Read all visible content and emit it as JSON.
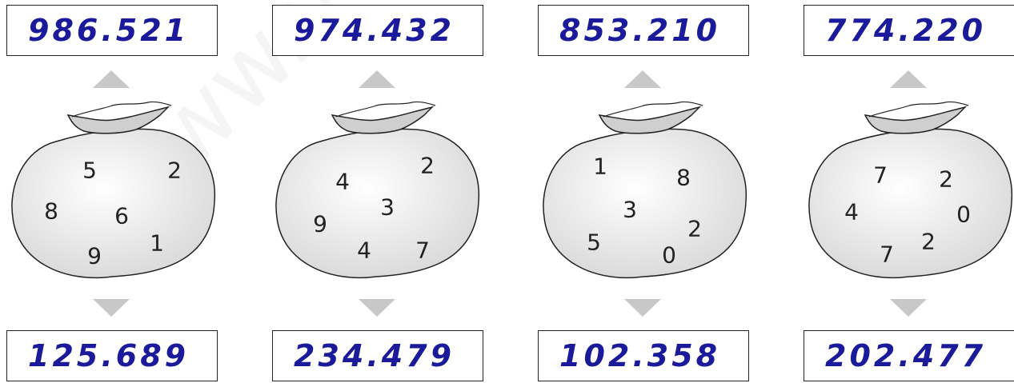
{
  "watermark": "www.youtube.com",
  "colors": {
    "ink": "#1a1a9a",
    "arrow": "#c8c8c8",
    "bag_fill": "#eeeeee",
    "bag_stroke": "#222222"
  },
  "puzzles": [
    {
      "largest": "986.521",
      "smallest": "125.689",
      "digits": [
        "5",
        "2",
        "8",
        "6",
        "9",
        "1"
      ]
    },
    {
      "largest": "974.432",
      "smallest": "234.479",
      "digits": [
        "4",
        "2",
        "9",
        "3",
        "4",
        "7"
      ]
    },
    {
      "largest": "853.210",
      "smallest": "102.358",
      "digits": [
        "1",
        "8",
        "3",
        "5",
        "2",
        "0"
      ]
    },
    {
      "largest": "774.220",
      "smallest": "202.477",
      "digits": [
        "7",
        "2",
        "4",
        "0",
        "7",
        "2"
      ]
    }
  ]
}
